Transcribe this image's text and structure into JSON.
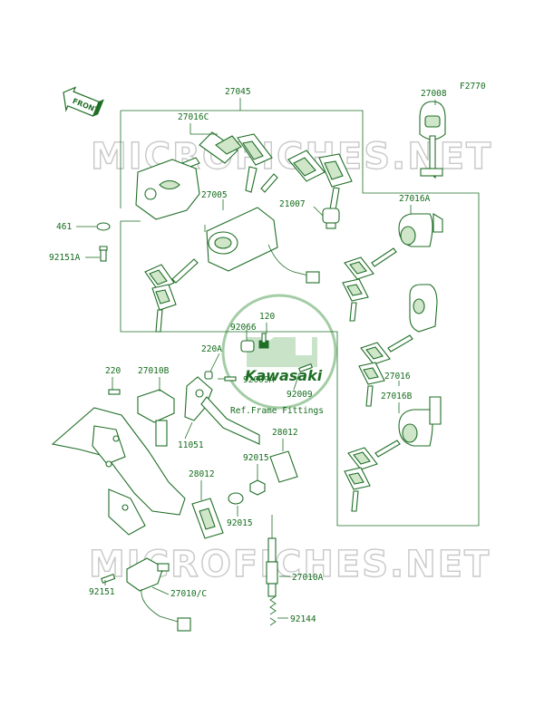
{
  "diagram_code": "F2770",
  "watermark_text": "MICROFICHES.NET",
  "brand_logo_text": "Kawasaki",
  "front_arrow_label": "FRONT",
  "colors": {
    "line": "#1f6e26",
    "text": "#136b1b",
    "watermark": "#c8c8c8"
  },
  "part_labels": {
    "p27045": "27045",
    "p27008": "27008",
    "p27016C": "27016C",
    "p27005": "27005",
    "p21007": "21007",
    "p27016A": "27016A",
    "p461": "461",
    "p92151A": "92151A",
    "p120": "120",
    "p92066": "92066",
    "p220A": "220A",
    "p92009A": "92009A",
    "p92009": "92009",
    "p220": "220",
    "p27010B": "27010B",
    "p27016": "27016",
    "p27016B": "27016B",
    "p11051": "11051",
    "p28012a": "28012",
    "p92015a": "92015",
    "p28012b": "28012",
    "p92015b": "92015",
    "p27010A": "27010A",
    "p27010C": "27010/C",
    "p92151": "92151",
    "p92144": "92144"
  },
  "ref_note": "Ref.Frame Fittings"
}
